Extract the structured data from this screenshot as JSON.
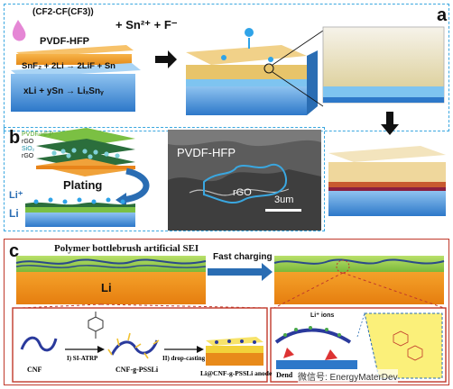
{
  "panel_a": {
    "label": "a",
    "polymer_name": "PVDF-HFP",
    "polymer_formula": "(CF2-CF(CF3))",
    "ions": "+ Sn²⁺ + F⁻",
    "reaction_1": "SnF₂ + 2Li → 2LiF + Sn",
    "reaction_2": "xLi + ySn → LiₓSnᵧ"
  },
  "panel_b": {
    "label": "b",
    "layer_top": "PVDF-HFP",
    "layer_rgo1": "rGO",
    "layer_sio2": "SiO₂",
    "layer_rgo2": "rGO",
    "process": "Plating",
    "li_ion": "Li⁺",
    "li_metal": "Li",
    "sem_label_top": "PVDF-HFP",
    "sem_label_rgo": "rGO",
    "scale_bar": "3um"
  },
  "panel_c": {
    "label": "c",
    "title": "Polymer bottlebrush artificial SEI",
    "process": "Fast charging",
    "li_metal": "Li",
    "step1_start": "CNF",
    "step1_reagent": "I) SI-ATRP",
    "step1_product": "CNF-g-PSSLi",
    "step2_reagent": "II) drop-casting",
    "step2_product": "Li@CNF-g-PSSLi anode",
    "li_ions": "Li⁺ ions",
    "dendrite_label": "Dend",
    "watermark": "微信号: EnergyMaterDev"
  },
  "colors": {
    "panel_border_blue": "#3aa7e0",
    "panel_border_red": "#c0392b",
    "pvdf_orange": "#f2a33a",
    "li_blue": "#4a90d9",
    "li_orange": "#f28c1e",
    "sei_green": "#8dc63f"
  }
}
